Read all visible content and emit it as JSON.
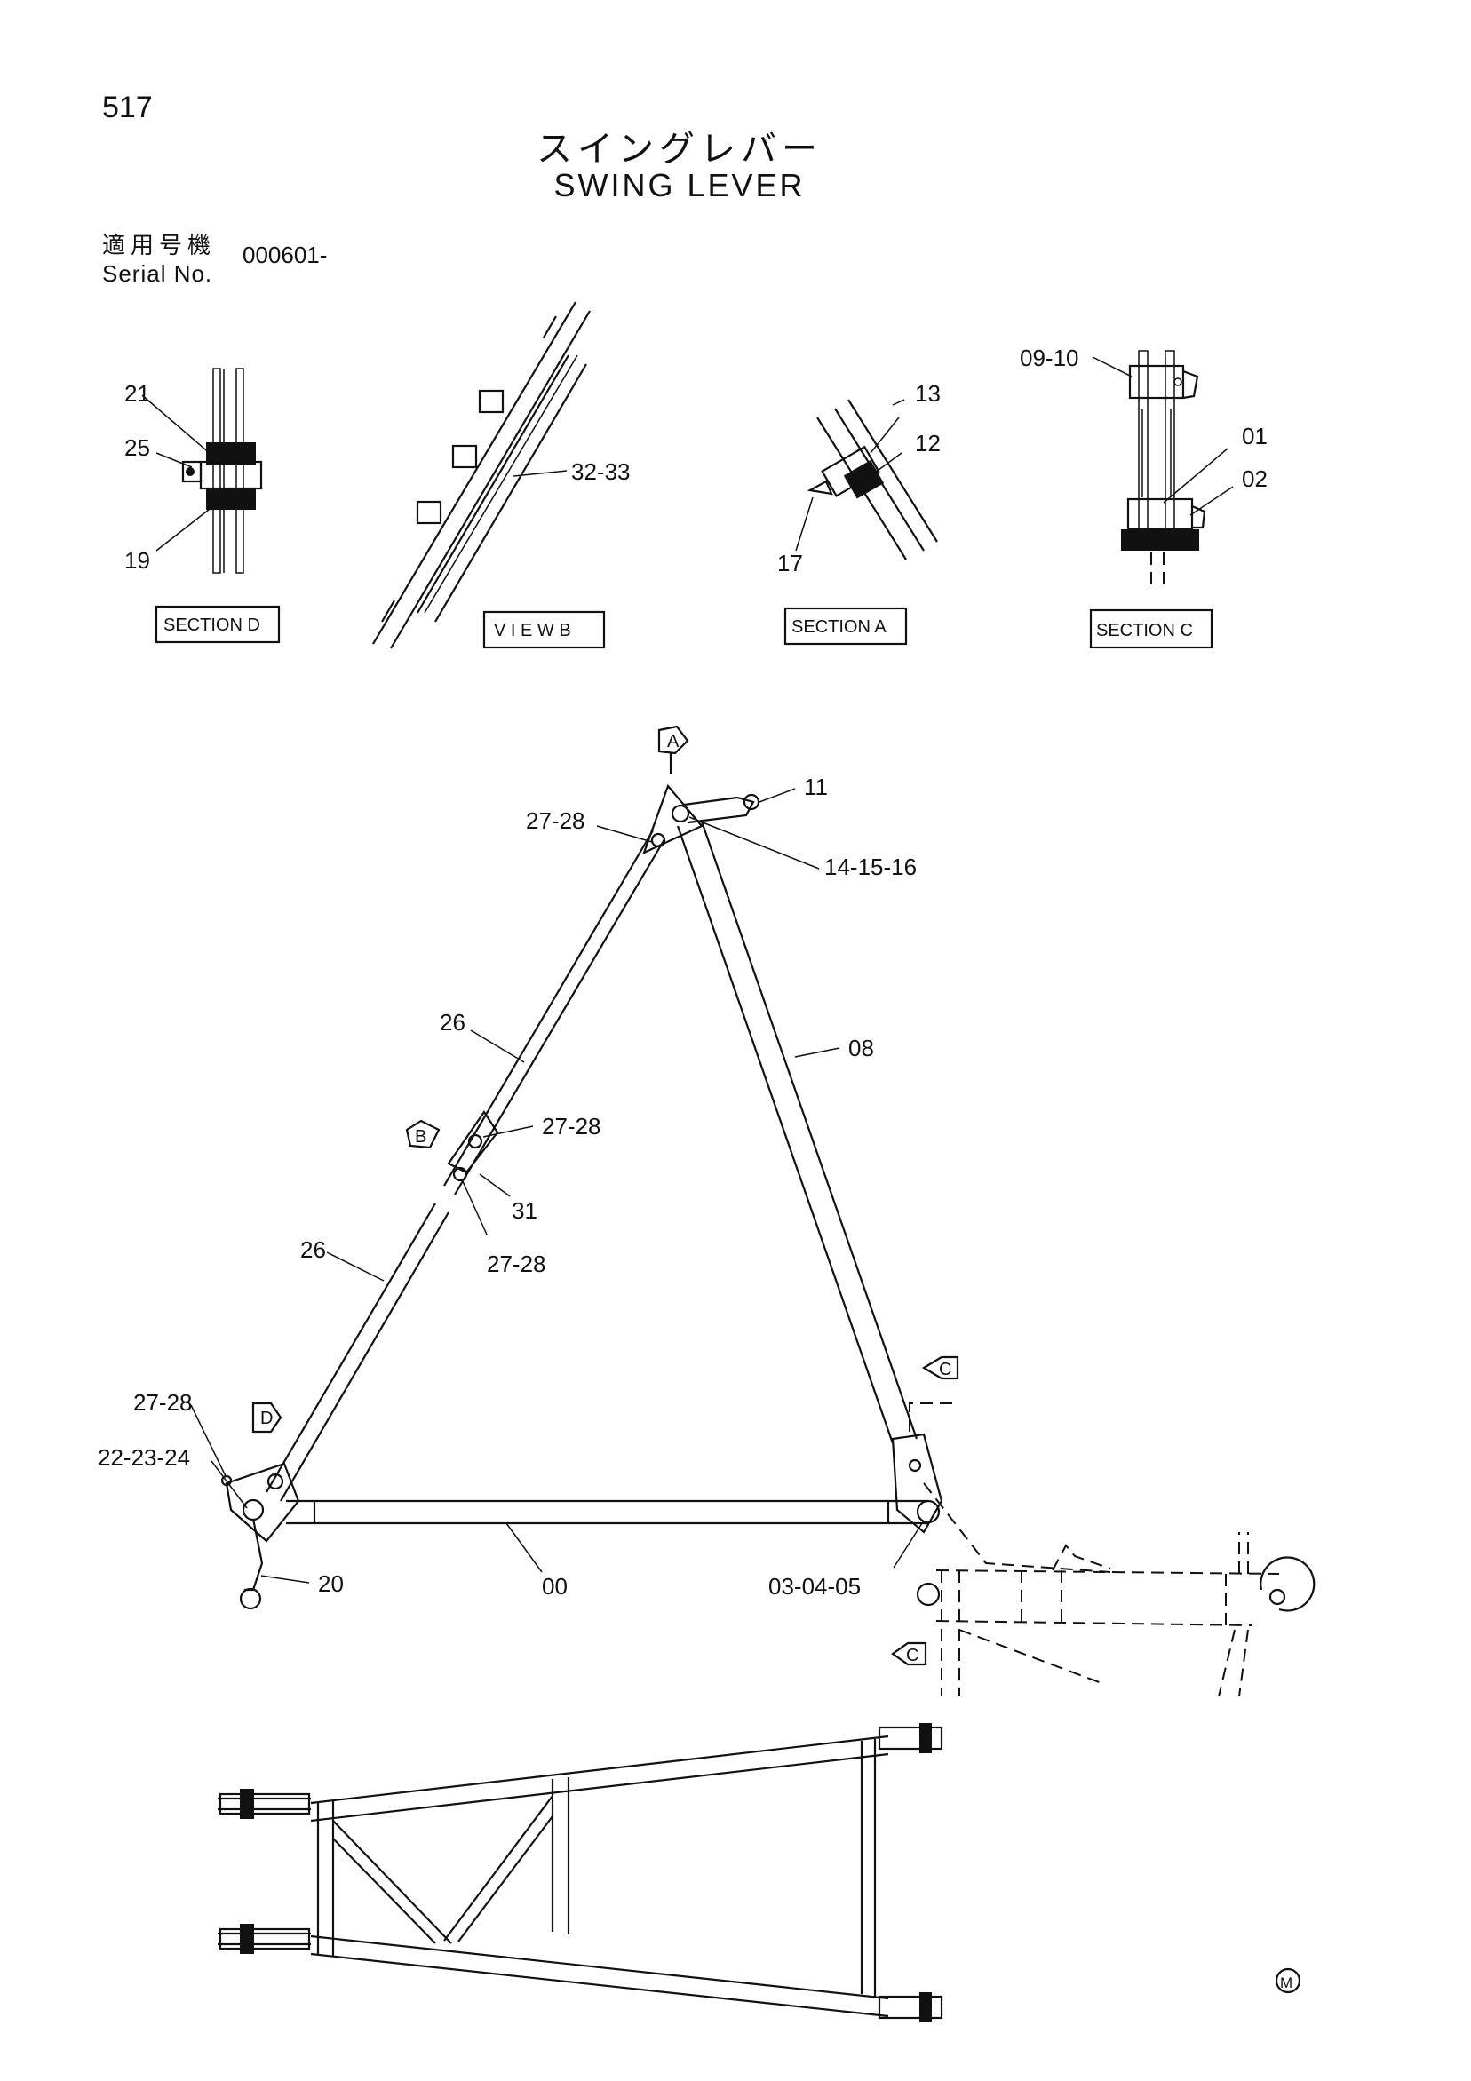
{
  "header": {
    "page_number": "517",
    "title_jp": "スイングレバー",
    "title_en": "SWING LEVER",
    "serial_label_jp": "適用号機",
    "serial_label_en": "Serial No.",
    "serial_value": "000601-"
  },
  "sections": {
    "d": {
      "title": "SECTION D",
      "callouts": [
        "21",
        "25",
        "19"
      ]
    },
    "b": {
      "title": "V I E W  B",
      "callouts": [
        "32-33"
      ]
    },
    "a": {
      "title": "SECTION A",
      "callouts": [
        "13",
        "12",
        "17"
      ]
    },
    "c": {
      "title": "SECTION C",
      "callouts": [
        "09-10",
        "01",
        "02"
      ]
    }
  },
  "view_markers": {
    "a": "A",
    "b": "B",
    "c": "C",
    "d": "D"
  },
  "main_callouts": {
    "c11": "11",
    "c27_top": "27-28",
    "c141516": "14-15-16",
    "c26_upper": "26",
    "c08": "08",
    "c27_mid": "27-28",
    "c31": "31",
    "c27_low": "27-28",
    "c26_lower": "26",
    "c27_left": "27-28",
    "c222324": "22-23-24",
    "c20": "20",
    "c00": "00",
    "c030405": "03-04-05"
  },
  "footer": {
    "mark": "M"
  }
}
